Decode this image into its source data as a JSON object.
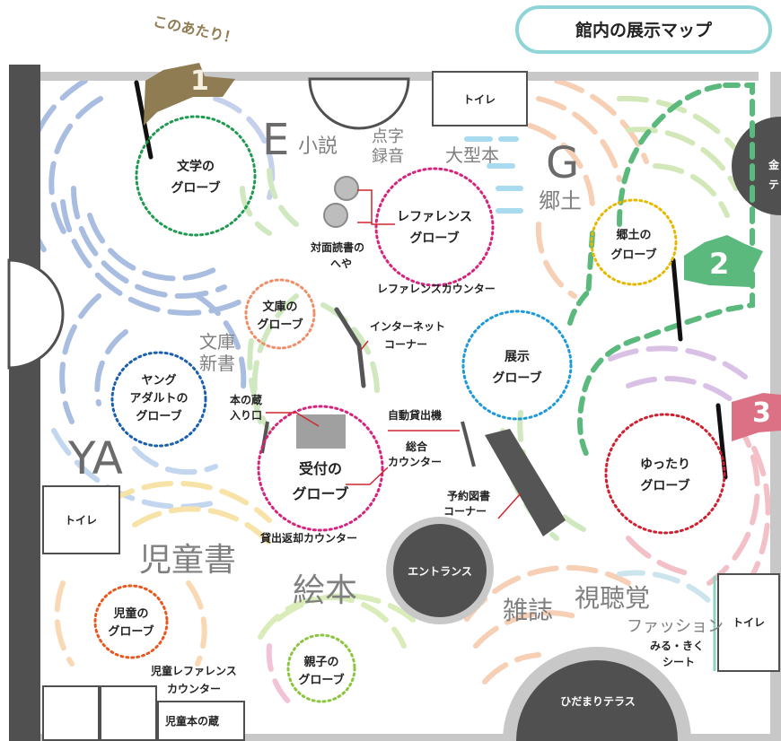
{
  "header": {
    "annotation": "このあたり！",
    "title": "館内の展示マップ"
  },
  "colors": {
    "wall": "#505050",
    "wall_light": "#c8c8c8",
    "flag_1": "#8f7c52",
    "flag_2": "#5cb97d",
    "flag_3": "#dc7185",
    "title_border": "#8fd5d8",
    "path_green": "#5cb97d"
  },
  "markers": [
    {
      "id": "1",
      "label": "1",
      "color": "#8f7c52"
    },
    {
      "id": "2",
      "label": "2",
      "color": "#5cb97d"
    },
    {
      "id": "3",
      "label": "3",
      "color": "#dc7185"
    }
  ],
  "zones": {
    "E": "E",
    "G": "G",
    "YA": "YA",
    "shosetsu": "小説",
    "tenji_line1": "点字",
    "tenji_line2": "録音",
    "ogata": "大型本",
    "kyodo": "郷土",
    "bunko1": "文庫",
    "bunko2": "新書",
    "jidosho": "児童書",
    "ehon": "絵本",
    "zasshi": "雑誌",
    "shichokaku": "視聴覚",
    "fashion": "ファッション"
  },
  "globes": [
    {
      "id": "bungaku",
      "line1": "文学の",
      "line2": "グローブ",
      "line3": "",
      "color": "#1f9a50"
    },
    {
      "id": "reference",
      "line1": "レファレンス",
      "line2": "グローブ",
      "line3": "",
      "color": "#d6247d"
    },
    {
      "id": "kyodo",
      "line1": "郷土の",
      "line2": "グローブ",
      "line3": "",
      "color": "#e6b800"
    },
    {
      "id": "bunko",
      "line1": "文庫の",
      "line2": "グローブ",
      "line3": "",
      "color": "#ee8f6a"
    },
    {
      "id": "young",
      "line1": "ヤング",
      "line2": "アダルトの",
      "line3": "グローブ",
      "color": "#1b5fb0"
    },
    {
      "id": "tenji",
      "line1": "展示",
      "line2": "グローブ",
      "line3": "",
      "color": "#1c9ad9"
    },
    {
      "id": "uketsuke",
      "line1": "受付の",
      "line2": "グローブ",
      "line3": "",
      "color": "#d6247d"
    },
    {
      "id": "yuttari",
      "line1": "ゆったり",
      "line2": "グローブ",
      "line3": "",
      "color": "#d21f2f"
    },
    {
      "id": "jido",
      "line1": "児童の",
      "line2": "グローブ",
      "line3": "",
      "color": "#e8581e"
    },
    {
      "id": "oyako",
      "line1": "親子の",
      "line2": "グローブ",
      "line3": "",
      "color": "#8cc63f"
    }
  ],
  "labels": {
    "taimen_line1": "対面読書の",
    "taimen_line2": "へや",
    "ref_counter": "レファレンスカウンター",
    "internet_line1": "インターネット",
    "internet_line2": "コーナー",
    "honkura_line1": "本の蔵",
    "honkura_line2": "入り口",
    "jidokashidashi": "自動貸出機",
    "sogo_line1": "総合",
    "sogo_line2": "カウンター",
    "yoyaku_line1": "予約図書",
    "yoyaku_line2": "コーナー",
    "kashidashi_counter": "貸出返却カウンター",
    "jido_ref_line1": "児童レファレンス",
    "jido_ref_line2": "カウンター",
    "jido_honkura": "児童本の蔵",
    "miru_line1": "みる・きく",
    "miru_line2": "シート"
  },
  "rooms": {
    "toilet_top": "トイレ",
    "toilet_left": "トイレ",
    "toilet_right": "トイレ",
    "entrance": "エントランス",
    "hidamari": "ひだまりテラス",
    "kin_line1": "金",
    "kin_line2": "テ"
  }
}
